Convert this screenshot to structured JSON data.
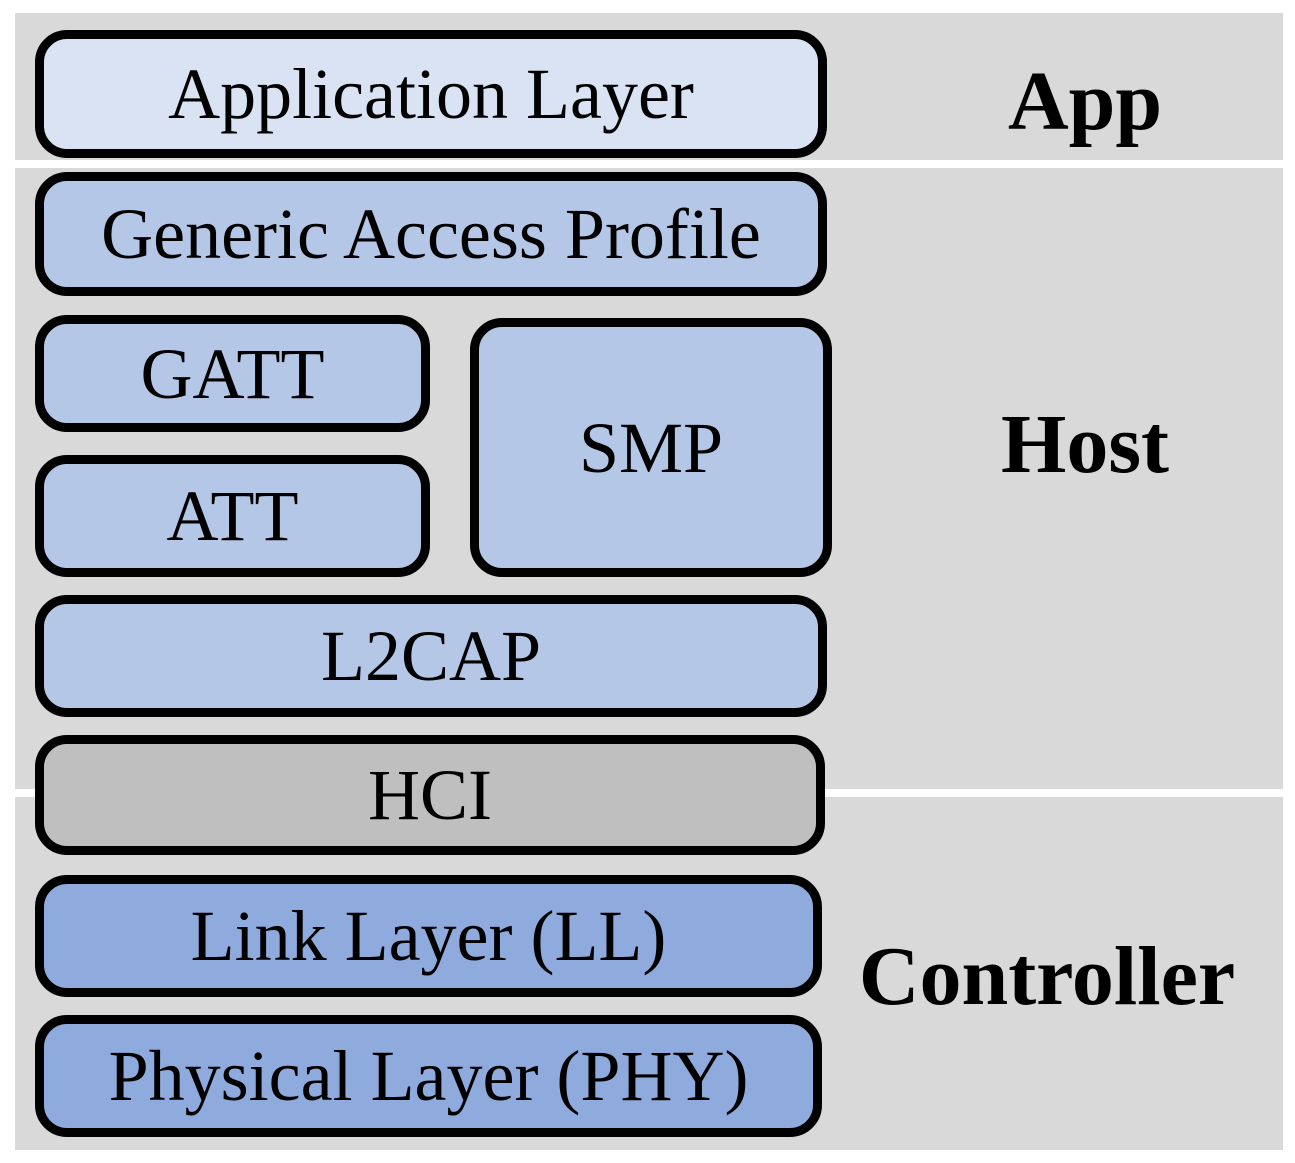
{
  "colors": {
    "page_background": "#ffffff",
    "band_background": "#d9d9d9",
    "box_border": "#000000",
    "text": "#000000",
    "app_layer_fill": "#dae3f3",
    "host_layer_fill": "#b4c7e7",
    "hci_fill": "#bfbfbf",
    "controller_layer_fill": "#8faadc"
  },
  "sections": {
    "app": {
      "label": "App"
    },
    "host": {
      "label": "Host"
    },
    "controller": {
      "label": "Controller"
    }
  },
  "blocks": {
    "application_layer": {
      "label": "Application Layer",
      "fill": "#dae3f3",
      "section": "App"
    },
    "gap": {
      "label": "Generic Access Profile",
      "fill": "#b4c7e7",
      "section": "Host"
    },
    "gatt": {
      "label": "GATT",
      "fill": "#b4c7e7",
      "section": "Host"
    },
    "att": {
      "label": "ATT",
      "fill": "#b4c7e7",
      "section": "Host"
    },
    "smp": {
      "label": "SMP",
      "fill": "#b4c7e7",
      "section": "Host"
    },
    "l2cap": {
      "label": "L2CAP",
      "fill": "#b4c7e7",
      "section": "Host"
    },
    "hci": {
      "label": "HCI",
      "fill": "#bfbfbf",
      "section": "Host/Controller boundary"
    },
    "link_layer": {
      "label": "Link Layer (LL)",
      "fill": "#8faadc",
      "section": "Controller"
    },
    "physical_layer": {
      "label": "Physical Layer (PHY)",
      "fill": "#8faadc",
      "section": "Controller"
    }
  }
}
